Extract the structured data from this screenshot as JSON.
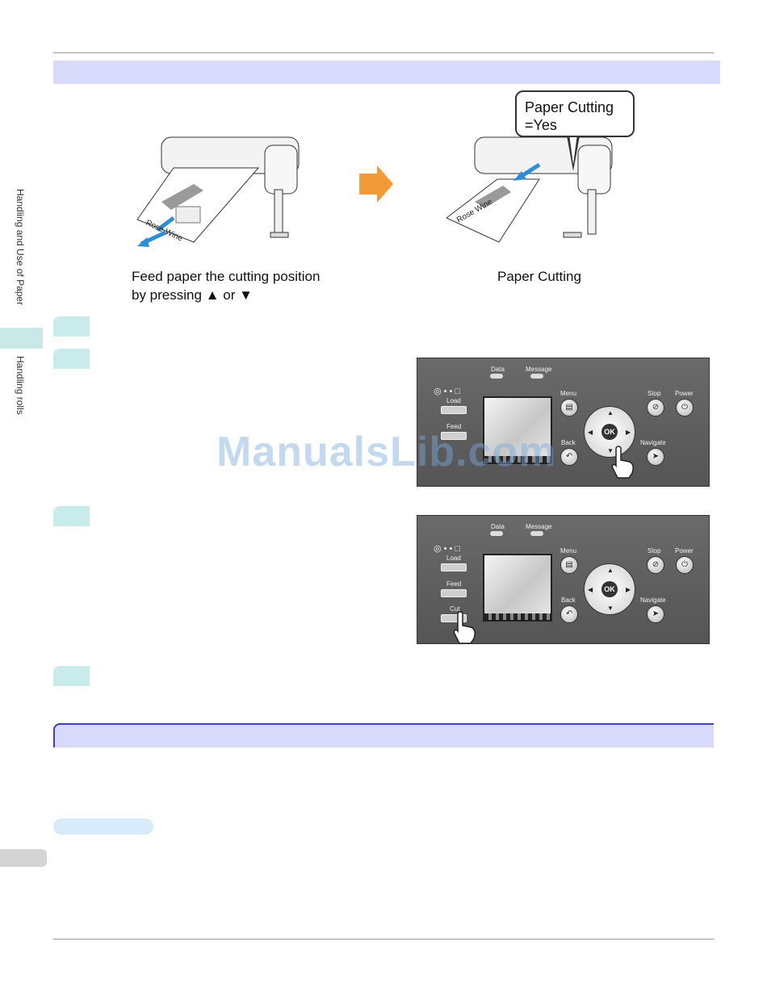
{
  "sidebar": {
    "section_label": "Handling and Use of Paper",
    "subsection_label": "Handling rolls"
  },
  "figure1": {
    "left_caption_line1": "Feed paper the cutting position",
    "left_caption_line2_prefix": "by pressing",
    "left_caption_line2_mid": "or",
    "right_caption": "Paper Cutting",
    "callout_line1": "Paper Cutting",
    "callout_line2": "=Yes",
    "paper_text": "Rose Wine",
    "arrow_color": "#f29a37"
  },
  "panel": {
    "data": "Data",
    "message": "Message",
    "load": "Load",
    "feed": "Feed",
    "cut": "Cut",
    "menu": "Menu",
    "back": "Back",
    "stop": "Stop",
    "power": "Power",
    "navigate": "Navigate",
    "ok": "OK"
  },
  "watermark": "ManualsLib.com"
}
